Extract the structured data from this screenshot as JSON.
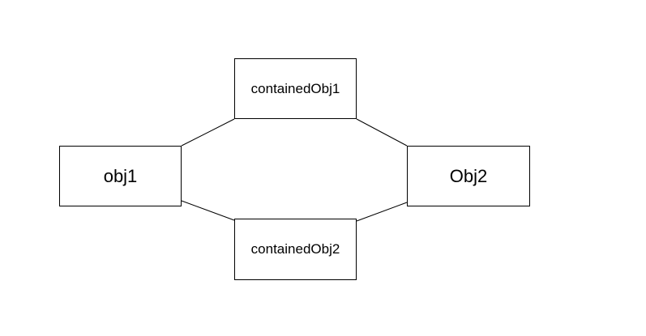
{
  "diagram": {
    "nodes": {
      "obj1": {
        "label": "obj1"
      },
      "obj2": {
        "label": "Obj2"
      },
      "contained1": {
        "label": "containedObj1"
      },
      "contained2": {
        "label": "containedObj2"
      }
    },
    "edges": [
      {
        "from": "obj1",
        "to": "contained1"
      },
      {
        "from": "contained1",
        "to": "obj2"
      },
      {
        "from": "obj1",
        "to": "contained2"
      },
      {
        "from": "contained2",
        "to": "obj2"
      }
    ],
    "colors": {
      "stroke": "#000000",
      "fill": "#ffffff",
      "text": "#000000"
    }
  }
}
